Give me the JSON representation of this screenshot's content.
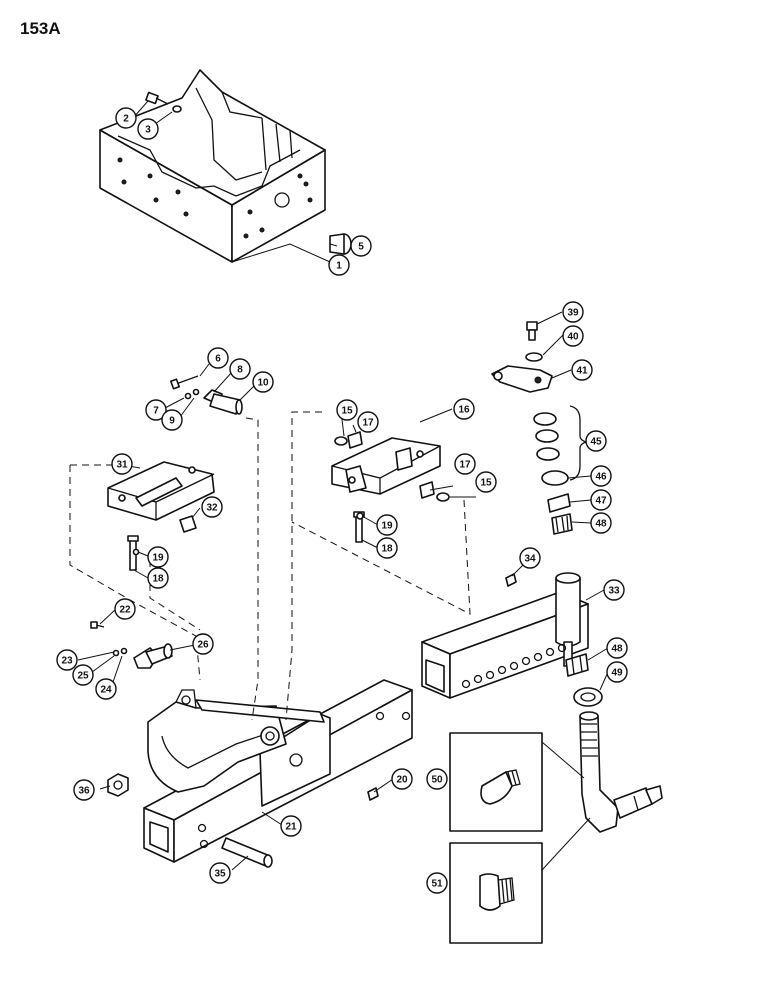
{
  "page": {
    "number": "153A"
  },
  "callouts": [
    "1",
    "2",
    "3",
    "5",
    "6",
    "7",
    "8",
    "9",
    "10",
    "15",
    "15",
    "16",
    "17",
    "17",
    "18",
    "18",
    "19",
    "19",
    "20",
    "21",
    "22",
    "23",
    "24",
    "25",
    "26",
    "31",
    "32",
    "33",
    "34",
    "35",
    "36",
    "39",
    "40",
    "41",
    "45",
    "46",
    "47",
    "48",
    "48",
    "49",
    "50",
    "51"
  ]
}
